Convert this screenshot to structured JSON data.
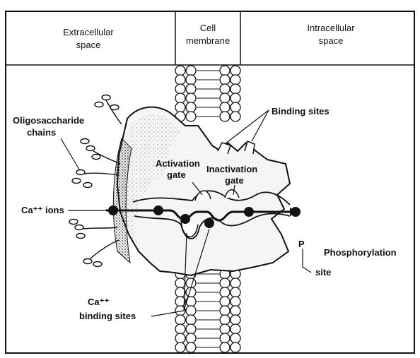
{
  "header": {
    "extracellular_line1": "Extracellular",
    "extracellular_line2": "space",
    "membrane_line1": "Cell",
    "membrane_line2": "membrane",
    "intracellular_line1": "Intracellular",
    "intracellular_line2": "space"
  },
  "labels": {
    "oligosaccharide_line1": "Oligosaccharide",
    "oligosaccharide_line2": "chains",
    "binding_sites": "Binding sites",
    "activation_gate_line1": "Activation",
    "activation_gate_line2": "gate",
    "inactivation_gate_line1": "Inactivation",
    "inactivation_gate_line2": "gate",
    "ca_ions": "Ca⁺⁺ ions",
    "phosphorylation_p": "P",
    "phosphorylation_line1": "Phosphorylation",
    "phosphorylation_line2": "site",
    "ca_binding_line1": "Ca⁺⁺",
    "ca_binding_line2": "binding sites"
  }
}
